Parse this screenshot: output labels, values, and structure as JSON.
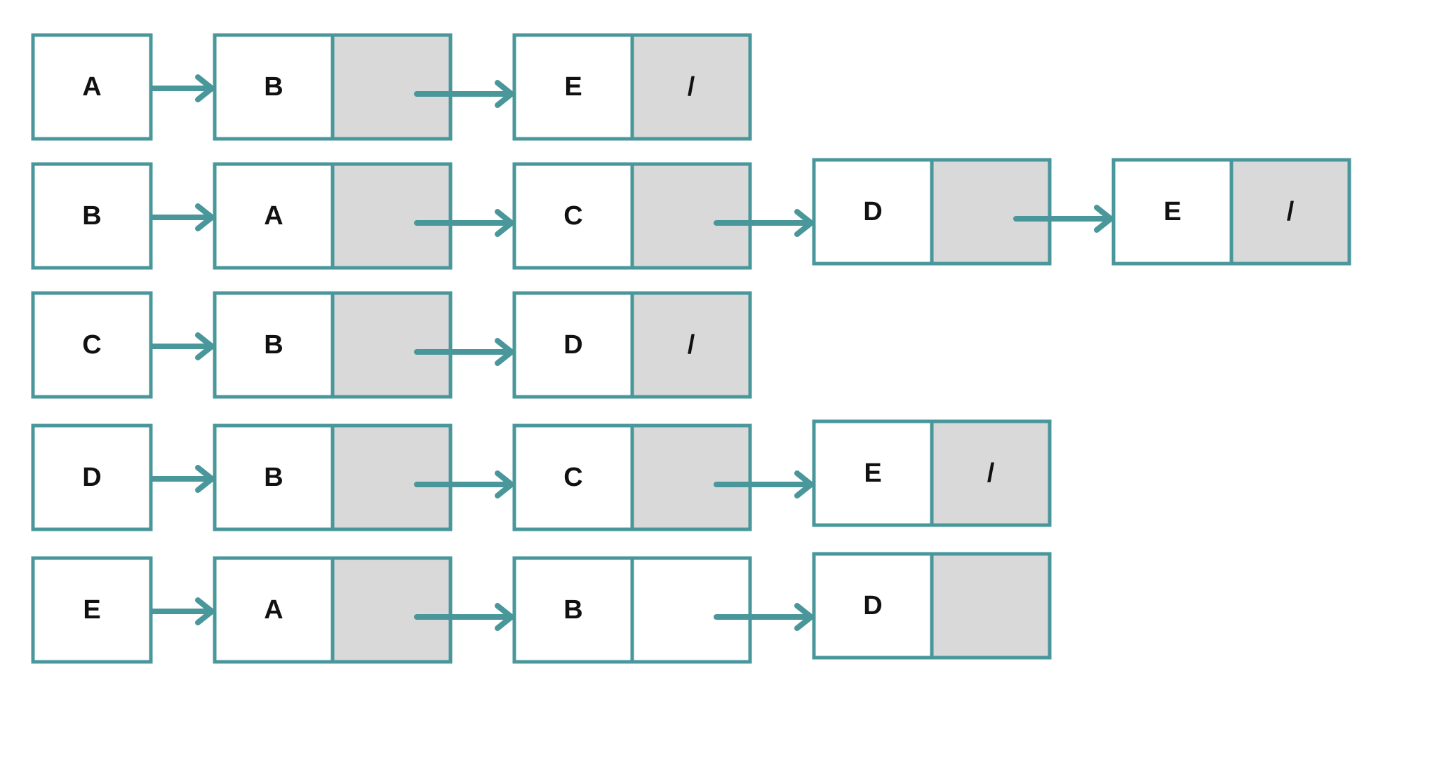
{
  "colors": {
    "border": "#4a979b",
    "pointer_fill": "#d9d9d9",
    "background": "#ffffff",
    "text": "#111111"
  },
  "adjacency_list": [
    {
      "vertex": "A",
      "nodes": [
        {
          "label": "B",
          "pointer": "",
          "pointer_shaded": true
        },
        {
          "label": "E",
          "pointer": "/",
          "pointer_shaded": true
        }
      ]
    },
    {
      "vertex": "B",
      "nodes": [
        {
          "label": "A",
          "pointer": "",
          "pointer_shaded": true
        },
        {
          "label": "C",
          "pointer": "",
          "pointer_shaded": true
        },
        {
          "label": "D",
          "pointer": "",
          "pointer_shaded": true
        },
        {
          "label": "E",
          "pointer": "/",
          "pointer_shaded": true
        }
      ]
    },
    {
      "vertex": "C",
      "nodes": [
        {
          "label": "B",
          "pointer": "",
          "pointer_shaded": true
        },
        {
          "label": "D",
          "pointer": "/",
          "pointer_shaded": true
        }
      ]
    },
    {
      "vertex": "D",
      "nodes": [
        {
          "label": "B",
          "pointer": "",
          "pointer_shaded": true
        },
        {
          "label": "C",
          "pointer": "",
          "pointer_shaded": true
        },
        {
          "label": "E",
          "pointer": "/",
          "pointer_shaded": true
        }
      ]
    },
    {
      "vertex": "E",
      "nodes": [
        {
          "label": "A",
          "pointer": "",
          "pointer_shaded": true
        },
        {
          "label": "B",
          "pointer": "",
          "pointer_shaded": false
        },
        {
          "label": "D",
          "pointer": "",
          "pointer_shaded": true
        }
      ]
    }
  ]
}
